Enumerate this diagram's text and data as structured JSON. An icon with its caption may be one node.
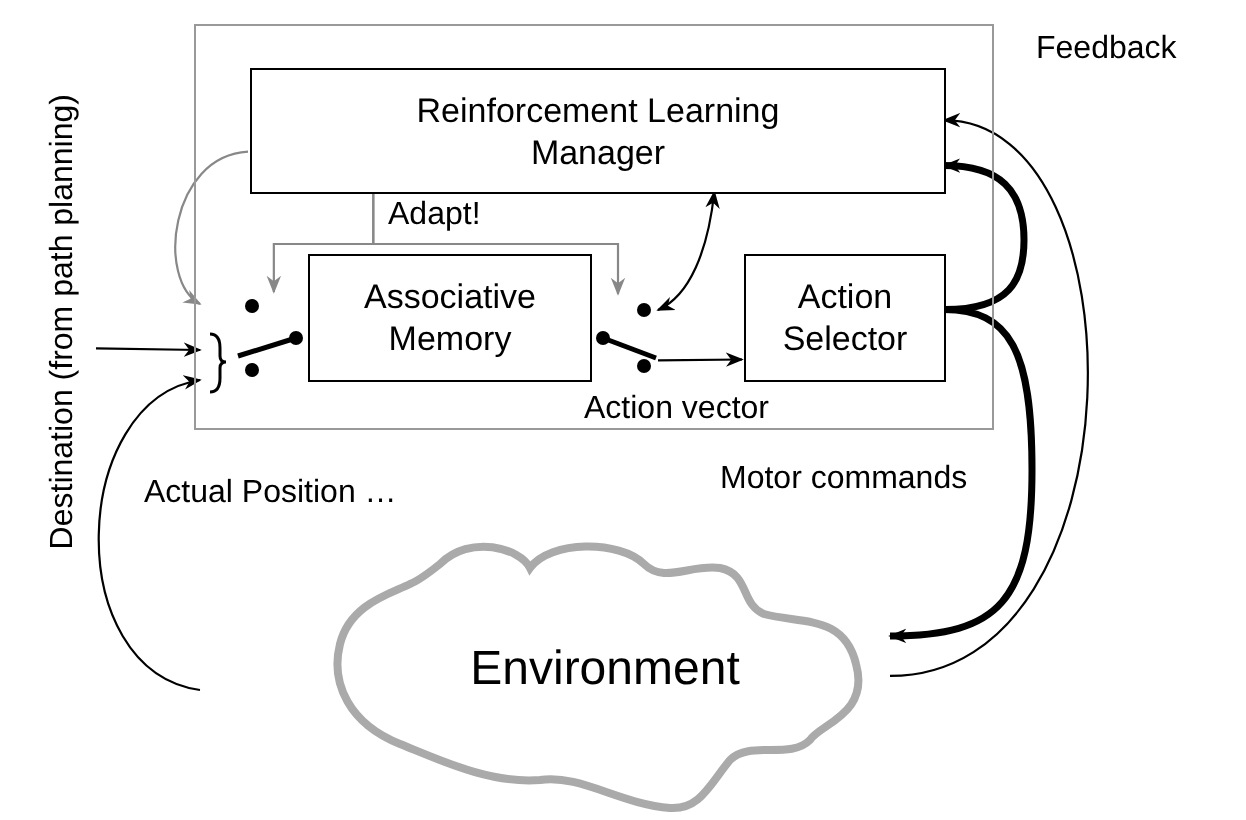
{
  "diagram": {
    "nodes": [
      {
        "text": [],
        "shape": "box"
      },
      {
        "text": [
          "Reinforcement Learning Manager"
        ],
        "in": 0
      },
      {
        "text": [
          "Associative Memory"
        ],
        "in": 0
      },
      {
        "text": [
          "Action Selector"
        ],
        "in": 0
      },
      {
        "text": [
          "Environment"
        ]
      },
      {
        "text": [
          "Destination (from path planning)"
        ]
      },
      {
        "text": [],
        "shape": "switch",
        "in": 0
      },
      {
        "text": [],
        "shape": "switch",
        "in": 0
      }
    ],
    "edges": [
      {
        "from": 5,
        "to": 6,
        "arrow": "to"
      },
      {
        "from": null,
        "to": 6,
        "arrow": "to",
        "label": "Actual Position …"
      },
      {
        "from": 1,
        "to": 6,
        "arrow": "to",
        "color": "#888888"
      },
      {
        "from": 1,
        "to": 6,
        "arrow": "to",
        "label": "Adapt!",
        "color": "#888888"
      },
      {
        "from": 1,
        "to": 7,
        "arrow": "to",
        "color": "#888888"
      },
      {
        "from": 7,
        "to": 1,
        "arrow": "both"
      },
      {
        "from": 7,
        "to": 3,
        "arrow": "to",
        "label": "Action vector"
      },
      {
        "from": 3,
        "to": 1,
        "arrow": "to",
        "style": "thick"
      },
      {
        "from": 3,
        "to": 4,
        "arrow": "to",
        "style": "thick",
        "label": "Motor commands"
      },
      {
        "from": 4,
        "to": 1,
        "arrow": "to",
        "label": "Feedback"
      }
    ]
  }
}
